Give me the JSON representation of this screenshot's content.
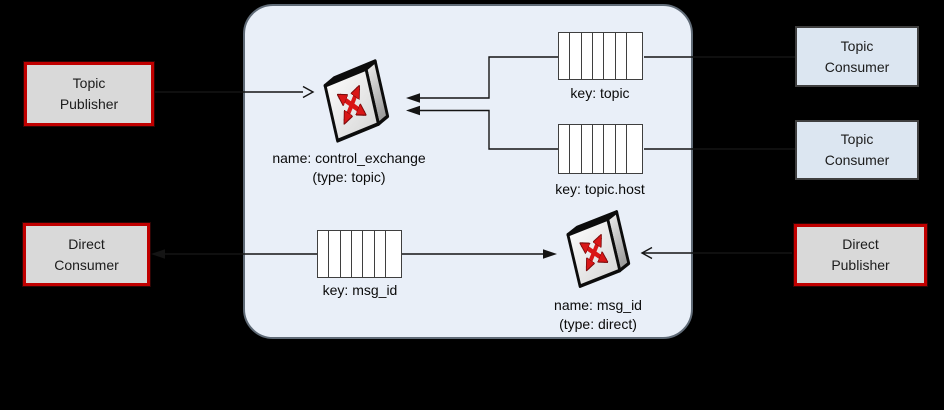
{
  "figure": {
    "background": "#000000",
    "kind": "AMQP messaging architecture diagram"
  },
  "actors": {
    "topic_publisher": {
      "lines": [
        "Topic",
        "Publisher"
      ]
    },
    "direct_consumer": {
      "lines": [
        "Direct",
        "Consumer"
      ]
    },
    "topic_consumer_1": {
      "lines": [
        "Topic",
        "Consumer"
      ]
    },
    "topic_consumer_2": {
      "lines": [
        "Topic",
        "Consumer"
      ]
    },
    "direct_publisher": {
      "lines": [
        "Direct",
        "Publisher"
      ]
    }
  },
  "exchanges": [
    {
      "name_label": "name: control_exchange",
      "type_label": "(type: topic)"
    },
    {
      "name_label": "name: msg_id",
      "type_label": "(type: direct)"
    }
  ],
  "queues": [
    {
      "label": "key: topic",
      "segments": 7
    },
    {
      "label": "key: topic.host",
      "segments": 7
    },
    {
      "label": "key: msg_id",
      "segments": 7
    }
  ],
  "colors": {
    "bg": "#000000",
    "broker_fill": "#e9eff8",
    "broker_border": "#5f6a76",
    "publisher_box_fill": "#d9d9d9",
    "publisher_box_border": "#c00000",
    "consumer_box_fill": "#dce6f1",
    "consumer_box_border": "#3f3f3f",
    "connector": "#141414",
    "exchange_arrow_red": "#d91616"
  }
}
